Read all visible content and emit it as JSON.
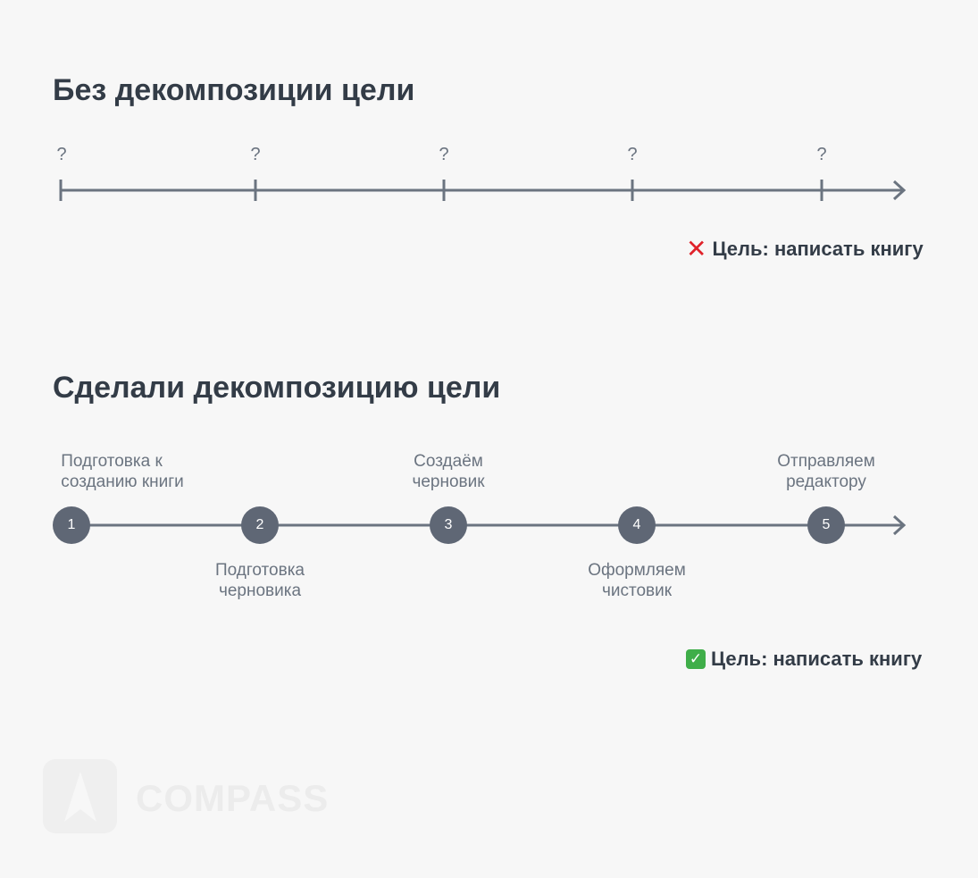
{
  "section1": {
    "title": "Без декомпозиции цели",
    "markers": [
      "?",
      "?",
      "?",
      "?",
      "?"
    ],
    "goal": {
      "icon": "cross-mark-icon",
      "text": "Цель: написать книгу",
      "icon_color": "#e0222a"
    }
  },
  "section2": {
    "title": "Сделали декомпозицию цели",
    "steps": [
      {
        "num": "1",
        "label": "Подготовка к\nсозданию книги"
      },
      {
        "num": "2",
        "label": "Подготовка\nчерновика"
      },
      {
        "num": "3",
        "label": "Создаём\nчерновик"
      },
      {
        "num": "4",
        "label": "Оформляем\nчистовик"
      },
      {
        "num": "5",
        "label": "Отправляем\nредактору"
      }
    ],
    "goal": {
      "icon": "check-mark-icon",
      "text": "Цель: написать книгу",
      "icon_color": "#3fae49"
    }
  },
  "logo": {
    "text": "COMPASS"
  },
  "colors": {
    "background": "#f7f7f7",
    "line": "#6b7480",
    "circle": "#5f6775",
    "title": "#333c47"
  }
}
